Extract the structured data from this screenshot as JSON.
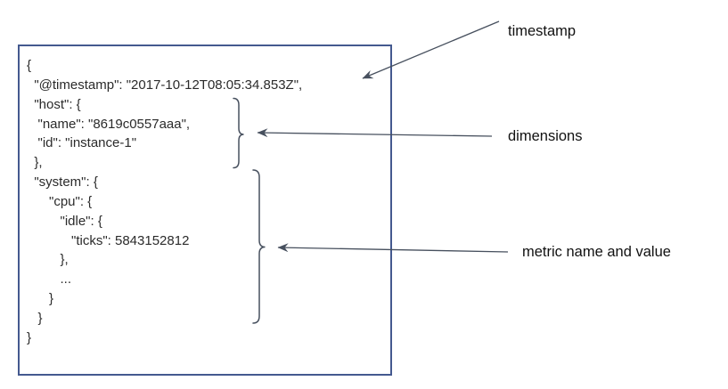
{
  "figure": {
    "description": "Annotated JSON metric document diagram"
  },
  "code_block": {
    "lines": [
      "{",
      "  \"@timestamp\": \"2017-10-12T08:05:34.853Z\",",
      "  \"host\": {",
      "   \"name\": \"8619c0557aaa\",",
      "   \"id\": \"instance-1\"",
      "  },",
      "  \"system\": {",
      "      \"cpu\": {",
      "         \"idle\": {",
      "            \"ticks\": 5843152812",
      "         },",
      "         ...",
      "      }",
      "   }",
      "}"
    ],
    "values": {
      "timestamp": "2017-10-12T08:05:34.853Z",
      "host_name": "8619c0557aaa",
      "host_id": "instance-1",
      "metric_path": "system.cpu.idle.ticks",
      "metric_value": 5843152812
    }
  },
  "annotations": {
    "timestamp": {
      "label": "timestamp"
    },
    "dimensions": {
      "label": "dimensions"
    },
    "metric": {
      "label": "metric name and value"
    }
  },
  "colors": {
    "box_border": "#44598f",
    "code_text": "#2b2b2b",
    "annotation_line": "#47505e",
    "label_text": "#111111",
    "background": "#ffffff"
  }
}
